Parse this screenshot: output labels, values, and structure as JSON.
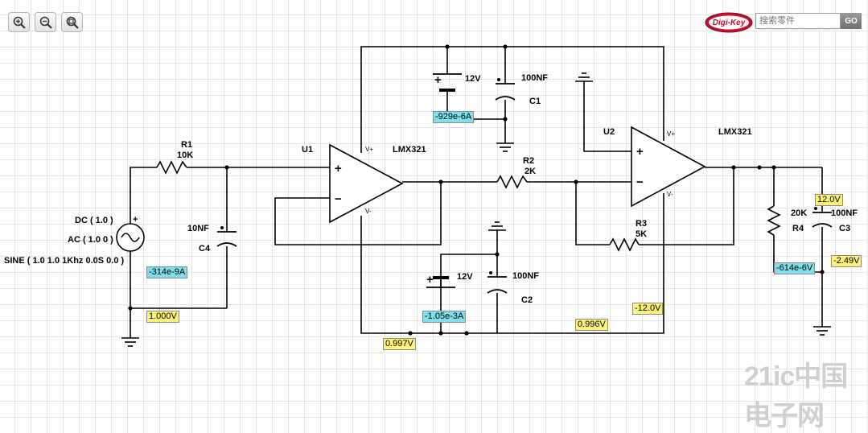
{
  "toolbar": {
    "zoom_in": "zoom-in-icon",
    "zoom_out": "zoom-out-icon",
    "zoom_fit": "zoom-fit-icon"
  },
  "brand": {
    "text": "Digi-Key"
  },
  "search": {
    "placeholder": "搜索零件",
    "go_label": "GO"
  },
  "components": {
    "r1": {
      "name": "R1",
      "value": "10K"
    },
    "r2": {
      "name": "R2",
      "value": "2K"
    },
    "r3": {
      "name": "R3",
      "value": "5K"
    },
    "r4": {
      "name": "R4",
      "value": "20K"
    },
    "c1": {
      "name": "C1",
      "value": "100NF"
    },
    "c2": {
      "name": "C2",
      "value": "100NF"
    },
    "c3": {
      "name": "C3",
      "value": "100NF"
    },
    "c4": {
      "name": "C4",
      "value": "10NF"
    },
    "u1": {
      "name": "U1",
      "part": "LMX321"
    },
    "u2": {
      "name": "U2",
      "part": "LMX321"
    },
    "v_top": {
      "value": "12V"
    },
    "v_bottom": {
      "value": "12V"
    },
    "source": {
      "dc": "DC ( 1.0 )",
      "ac": "AC ( 1.0 0 )",
      "sine": "SINE ( 1.0 1.0 1Khz 0.0S 0.0 )"
    }
  },
  "pins": {
    "plus": "+",
    "minus": "−",
    "vplus": "V+",
    "vminus": "V-"
  },
  "probes": {
    "i_v1": "-929e-6A",
    "i_c4": "-314e-9A",
    "v_src": "1.000V",
    "i_v2": "-1.05e-3A",
    "v_gnd1": "0.997V",
    "v_mid": "0.996V",
    "v_u2neg": "-12.0V",
    "v_out": "12.0V",
    "i_r4": "-614e-6V",
    "v_c3": "-2.49V"
  },
  "watermark": {
    "text": "21ic中国电子网"
  },
  "colors": {
    "voltage_probe": "#fff27a",
    "current_probe": "#7fdfec",
    "wire": "#000000"
  }
}
